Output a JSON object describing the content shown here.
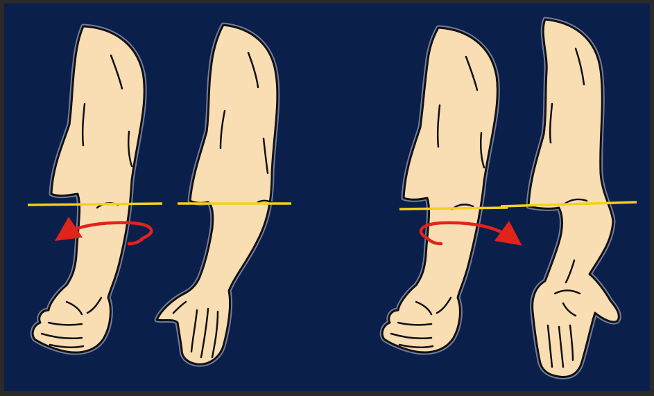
{
  "colors": {
    "frame": "#2a2a2a",
    "background": "#0b1f4b",
    "skin": "#f9ddb3",
    "outline": "#111111",
    "reference_line": "#f2d21b",
    "arrow": "#e0241b"
  },
  "panels": [
    {
      "id": "pronation-pair",
      "arrow_direction": "left"
    },
    {
      "id": "supination-pair",
      "arrow_direction": "right"
    }
  ]
}
